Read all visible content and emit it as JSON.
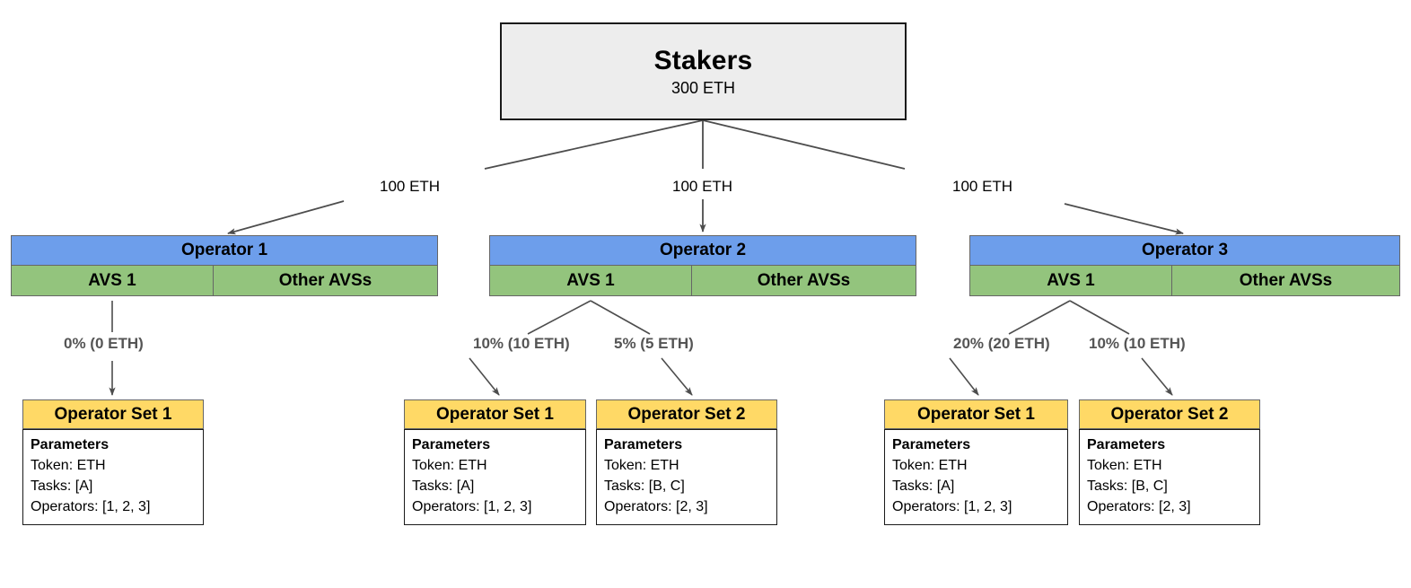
{
  "diagram": {
    "root": {
      "title": "Stakers",
      "amount": "300 ETH"
    },
    "colors": {
      "root_fill": "#ededed",
      "operator_fill": "#6d9eeb",
      "avs_fill": "#93c47d",
      "opset_header_fill": "#ffd966",
      "opset_body_fill": "#ffffff",
      "edge_stroke": "#4d4d4d",
      "pct_label_color": "#555555"
    },
    "stake_labels": [
      "100 ETH",
      "100 ETH",
      "100 ETH"
    ],
    "operators": [
      {
        "name": "Operator 1",
        "avs_label": "AVS 1",
        "other_label": "Other AVSs",
        "allocations": [
          "0% (0 ETH)"
        ],
        "sets": [
          {
            "title": "Operator Set 1",
            "params_title": "Parameters",
            "token": "Token: ETH",
            "tasks": "Tasks: [A]",
            "operators": "Operators: [1, 2, 3]"
          }
        ]
      },
      {
        "name": "Operator 2",
        "avs_label": "AVS 1",
        "other_label": "Other AVSs",
        "allocations": [
          "10% (10 ETH)",
          "5% (5 ETH)"
        ],
        "sets": [
          {
            "title": "Operator Set 1",
            "params_title": "Parameters",
            "token": "Token: ETH",
            "tasks": "Tasks: [A]",
            "operators": "Operators: [1, 2, 3]"
          },
          {
            "title": "Operator Set 2",
            "params_title": "Parameters",
            "token": "Token: ETH",
            "tasks": "Tasks: [B, C]",
            "operators": "Operators: [2, 3]"
          }
        ]
      },
      {
        "name": "Operator 3",
        "avs_label": "AVS 1",
        "other_label": "Other AVSs",
        "allocations": [
          "20% (20 ETH)",
          "10% (10 ETH)"
        ],
        "sets": [
          {
            "title": "Operator Set 1",
            "params_title": "Parameters",
            "token": "Token: ETH",
            "tasks": "Tasks: [A]",
            "operators": "Operators: [1, 2, 3]"
          },
          {
            "title": "Operator Set 2",
            "params_title": "Parameters",
            "token": "Token: ETH",
            "tasks": "Tasks: [B, C]",
            "operators": "Operators: [2, 3]"
          }
        ]
      }
    ]
  }
}
